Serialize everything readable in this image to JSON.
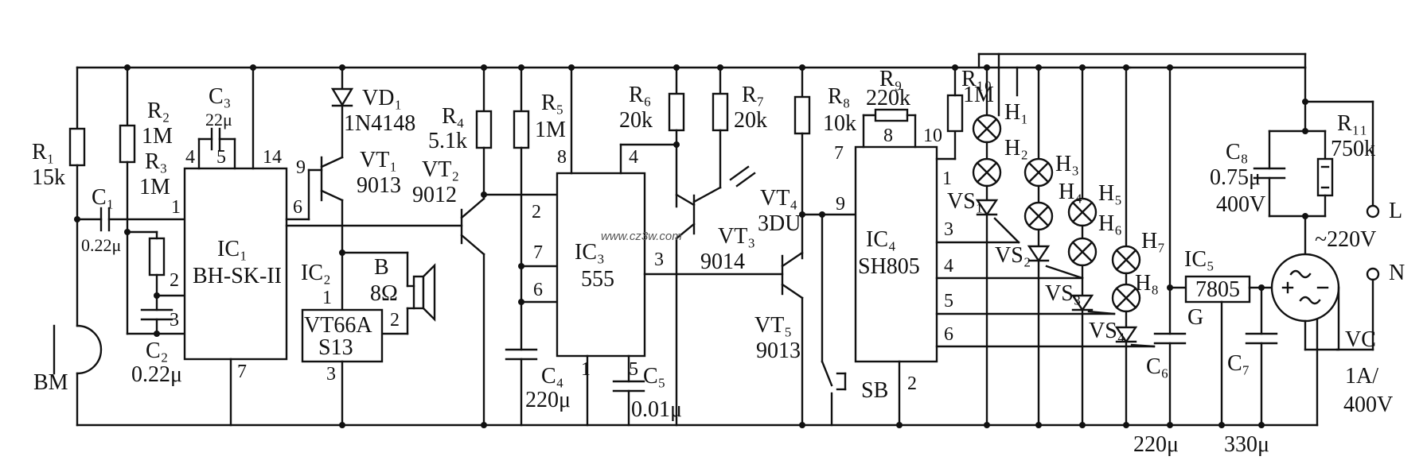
{
  "labels": {
    "r1": "R₁",
    "r1v": "15k",
    "r2": "R₂",
    "r2v": "1M",
    "r3": "R₃",
    "r3v": "1M",
    "c1": "C₁",
    "c1v": "0.22μ",
    "c2": "C₂",
    "c2v": "0.22μ",
    "c3": "C₃",
    "c3v": "22μ",
    "bm": "BM",
    "ic1a": "IC₁",
    "ic1b": "BH-SK-II",
    "ic1p4": "4",
    "ic1p5": "5",
    "ic1p14": "14",
    "ic1p1": "1",
    "ic1p2": "2",
    "ic1p3": "3",
    "ic1p6": "6",
    "ic1p7": "7",
    "vd1": "VD₁",
    "vd1v": "1N4148",
    "vt1": "VT₁",
    "vt1v": "9013",
    "vt1p9": "9",
    "ic2": "IC₂",
    "ic2p1": "1",
    "ic2p2": "2",
    "ic2p3": "3",
    "ic2a": "VT66A",
    "ic2b": "S13",
    "b": "B",
    "bv": "8Ω",
    "r4": "R₄",
    "r4v": "5.1k",
    "vt2": "VT₂",
    "vt2v": "9012",
    "r5": "R₅",
    "r5v": "1M",
    "ic3a": "IC₃",
    "ic3b": "555",
    "ic3p8": "8",
    "ic3p4": "4",
    "ic3p2": "2",
    "ic3p7": "7",
    "ic3p6": "6",
    "ic3p3": "3",
    "ic3p1": "1",
    "ic3p5": "5",
    "c4": "C₄",
    "c4v": "220μ",
    "c5": "C₅",
    "c5v": "0.01μ",
    "r6": "R₆",
    "r6v": "20k",
    "r7": "R₇",
    "r7v": "20k",
    "vt3": "VT₃",
    "vt3v": "9014",
    "vt4": "VT₄",
    "vt4v": "3DU",
    "r8": "R₈",
    "r8v": "10k",
    "vt5": "VT₅",
    "vt5v": "9013",
    "r9": "R₉",
    "r9v": "220k",
    "ic4a": "IC₄",
    "ic4b": "SH805",
    "ic4p7": "7",
    "ic4p8": "8",
    "ic4p10": "10",
    "ic4p9": "9",
    "ic4p1": "1",
    "ic4p3": "3",
    "ic4p4": "4",
    "ic4p5": "5",
    "ic4p6": "6",
    "ic4p2": "2",
    "sb": "SB",
    "r10": "R₁₀",
    "r10v": "1M",
    "h1": "H₁",
    "h2": "H₂",
    "h3": "H₃",
    "h4": "H₄",
    "h5": "H₅",
    "h6": "H₆",
    "h7": "H₇",
    "h8": "H₈",
    "vs1": "VS₁",
    "vs2": "VS₂",
    "vs3": "VS₃",
    "vs4": "VS₄",
    "c6": "C₆",
    "c6v": "220μ",
    "ic5": "IC₅",
    "ic5v": "7805",
    "g": "G",
    "c7": "C₇",
    "c7v": "330μ",
    "c8": "C₈",
    "c8v": "0.75μ",
    "c8v2": "400V",
    "r11": "R₁₁",
    "r11v": "750k",
    "l": "L",
    "n": "N",
    "ac": "~220V",
    "vc": "VC",
    "vcv": "1A/",
    "vcv2": "400V"
  },
  "watermark": "www.cz3w.com"
}
